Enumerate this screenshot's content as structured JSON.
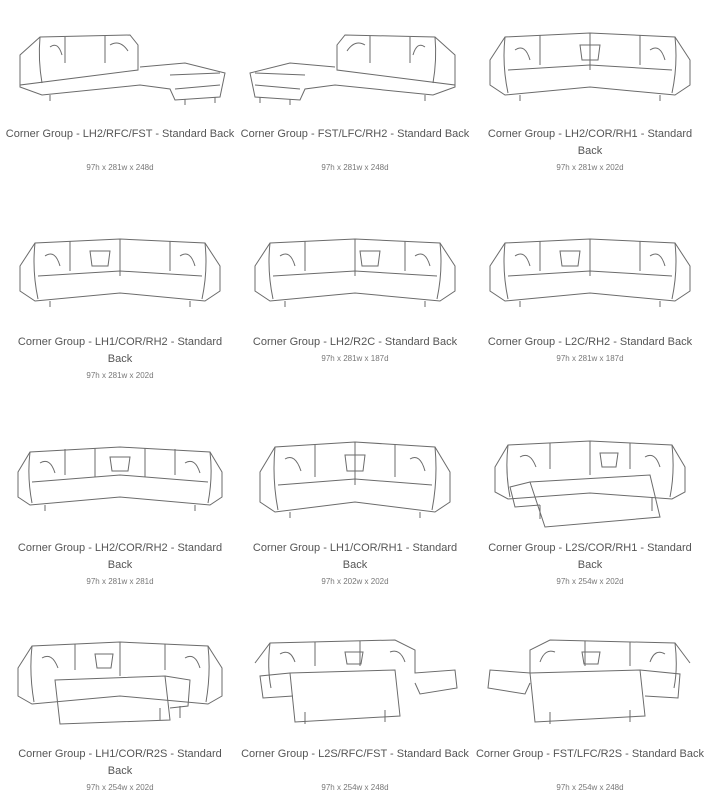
{
  "products": [
    {
      "title": "Corner Group - LH2/RFC/FST - Standard Back",
      "dims": "97h x 281w x 248d",
      "drawing": "sofa-chaise-right"
    },
    {
      "title": "Corner Group - FST/LFC/RH2 - Standard Back",
      "dims": "97h x 281w x 248d",
      "drawing": "sofa-chaise-left"
    },
    {
      "title": "Corner Group - LH2/COR/RH1 - Standard Back",
      "dims": "97h x 281w x 202d",
      "drawing": "corner-sofa"
    },
    {
      "title": "Corner Group - LH1/COR/RH2 - Standard Back",
      "dims": "97h x 281w x 202d",
      "drawing": "corner-sofa"
    },
    {
      "title": "Corner Group - LH2/R2C - Standard Back",
      "dims": "97h x 281w x 187d",
      "drawing": "corner-sofa"
    },
    {
      "title": "Corner Group - L2C/RH2 - Standard Back",
      "dims": "97h x 281w x 187d",
      "drawing": "corner-sofa"
    },
    {
      "title": "Corner Group - LH2/COR/RH2 - Standard Back",
      "dims": "97h x 281w x 281d",
      "drawing": "corner-sofa"
    },
    {
      "title": "Corner Group - LH1/COR/RH1 - Standard Back",
      "dims": "97h x 202w x 202d",
      "drawing": "corner-sofa"
    },
    {
      "title": "Corner Group - L2S/COR/RH1 - Standard Back",
      "dims": "97h x 254w x 202d",
      "drawing": "sofa-bed"
    },
    {
      "title": "Corner Group - LH1/COR/R2S - Standard Back",
      "dims": "97h x 254w x 202d",
      "drawing": "sofa-bed"
    },
    {
      "title": "Corner Group - L2S/RFC/FST - Standard Back",
      "dims": "97h x 254w x 248d",
      "drawing": "sofa-bed-chaise"
    },
    {
      "title": "Corner Group - FST/LFC/R2S - Standard Back",
      "dims": "97h x 254w x 248d",
      "drawing": "sofa-bed-chaise"
    }
  ]
}
